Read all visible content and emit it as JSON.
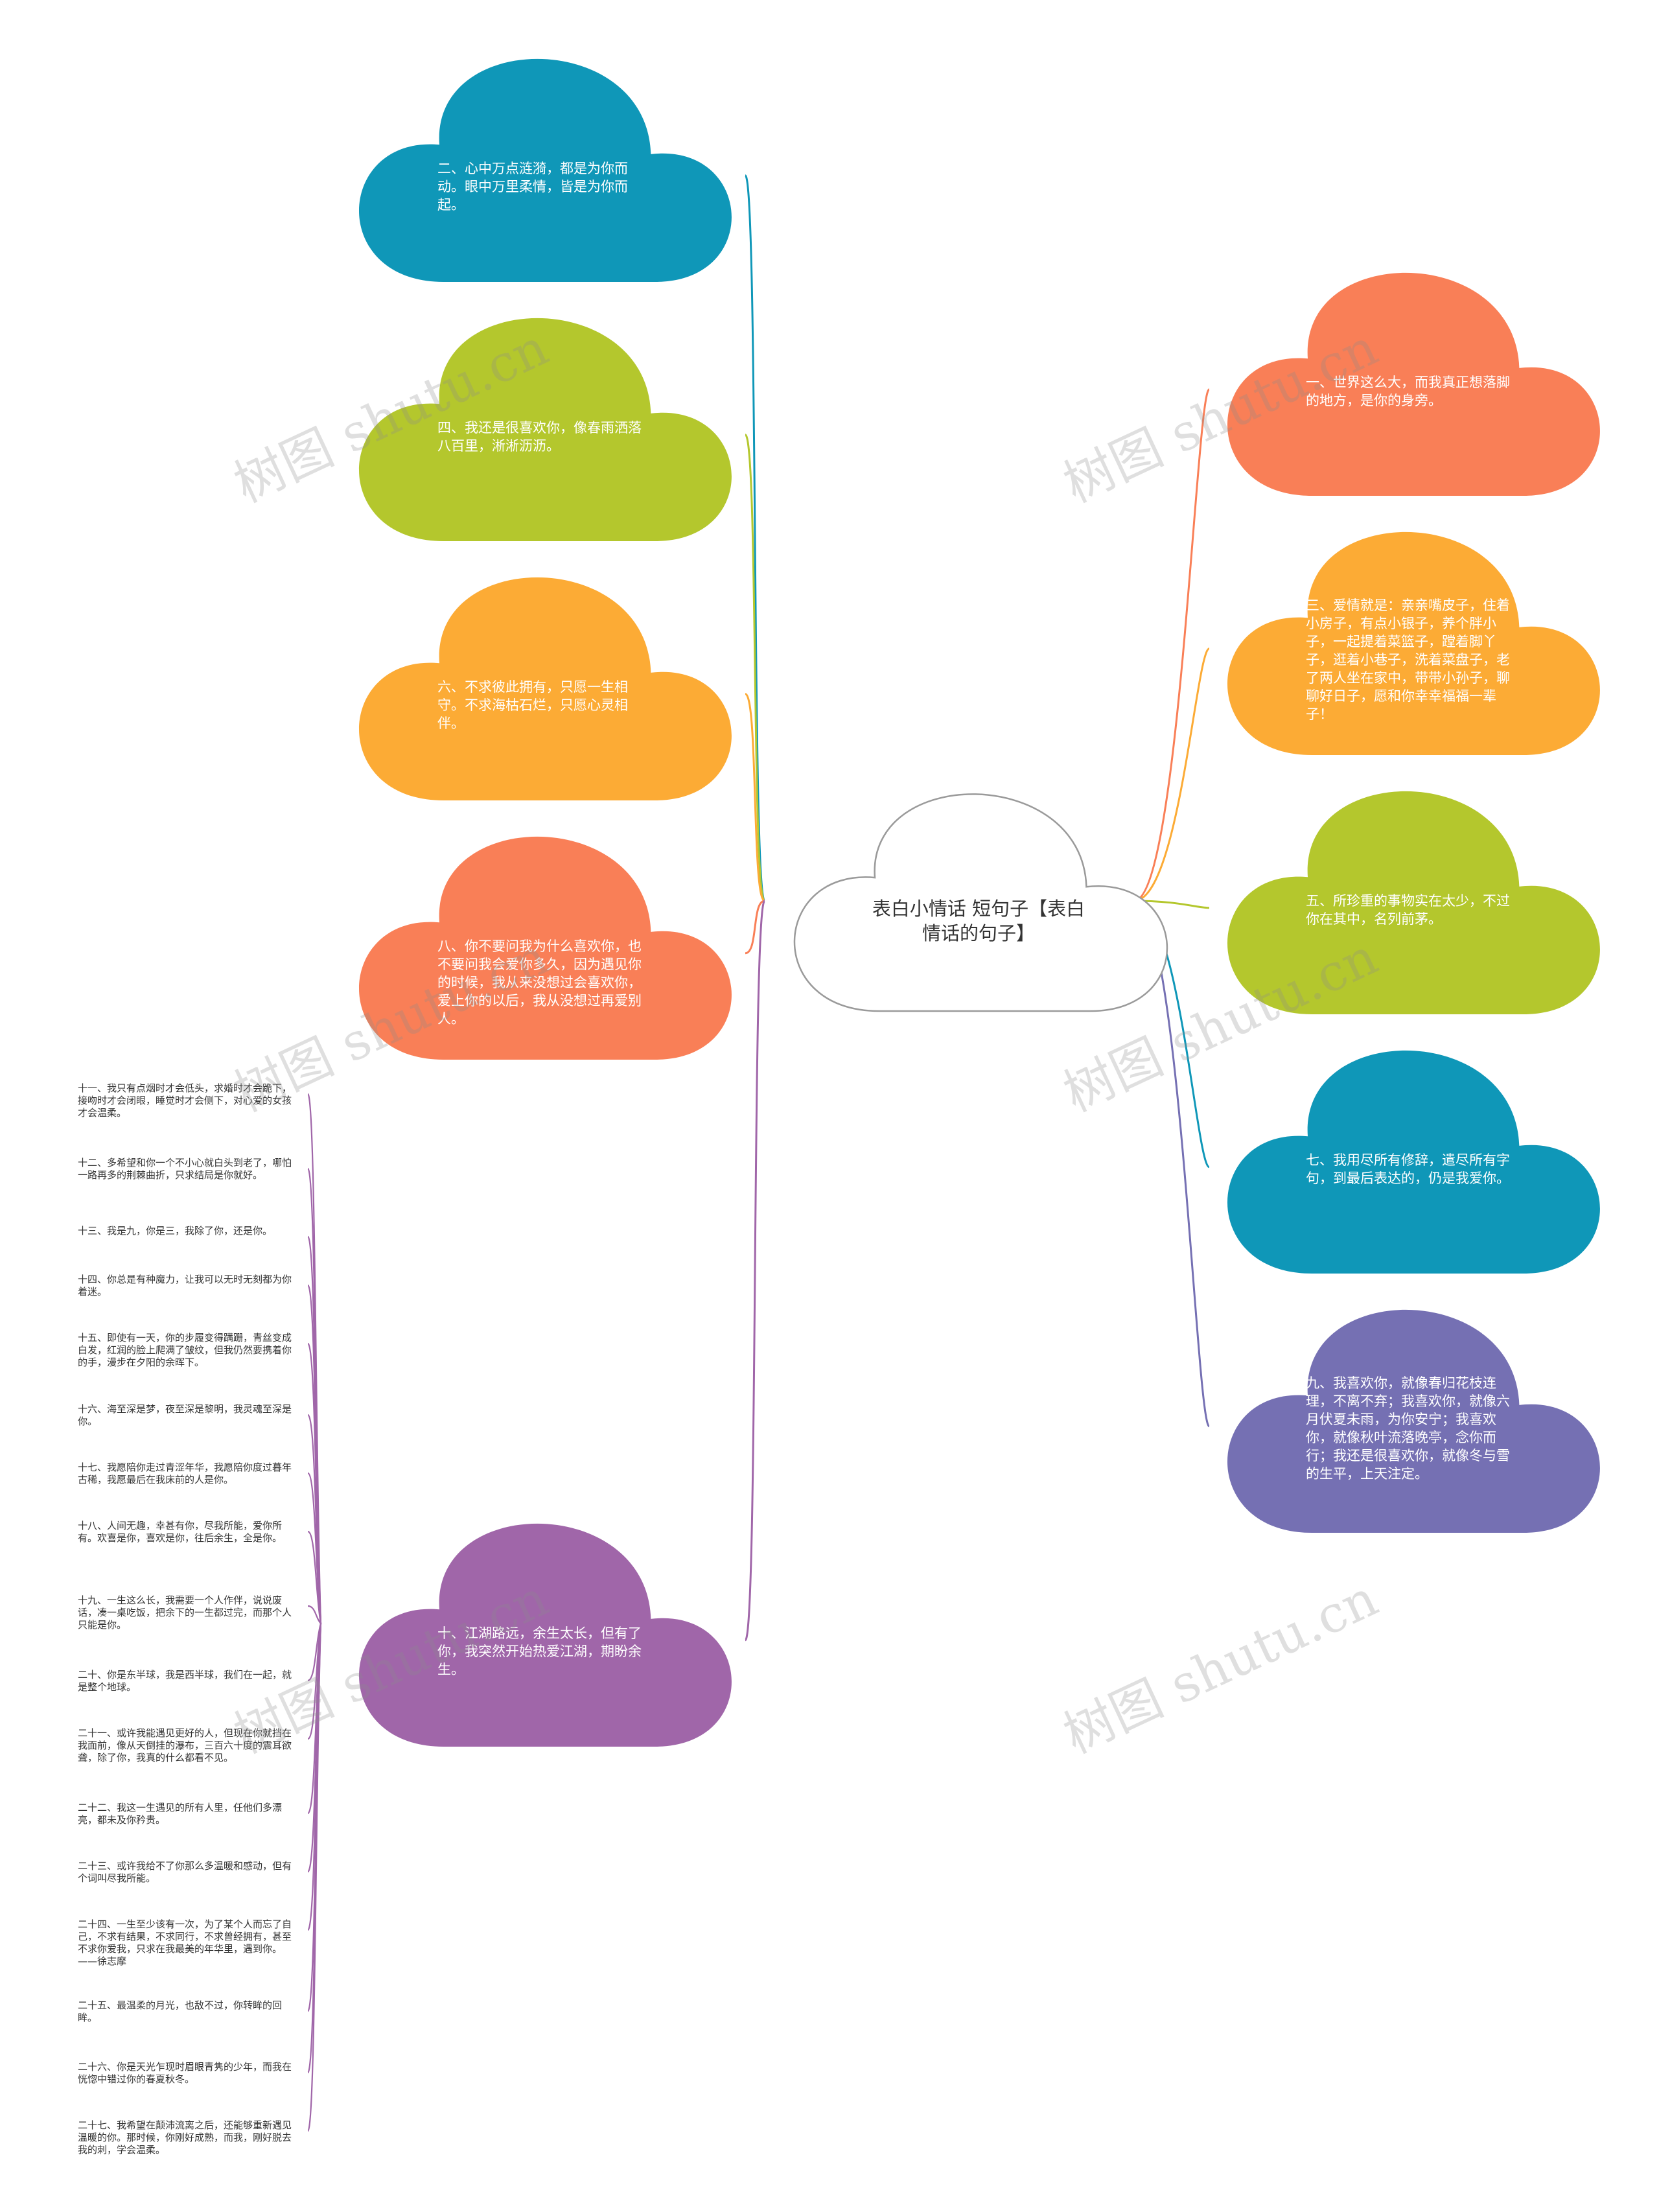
{
  "center": {
    "text": "表白小情话 短句子【表白情话的句子】"
  },
  "colors": {
    "teal": "#0f97b8",
    "lime": "#b4c72d",
    "orange": "#fcab35",
    "coral": "#f97f57",
    "purple": "#a066a9",
    "violet": "#7570b3",
    "center_stroke": "#9a9a9a"
  },
  "left_nodes": [
    {
      "text": "二、心中万点涟漪，都是为你而动。眼中万里柔情，皆是为你而起。",
      "color": "teal"
    },
    {
      "text": "四、我还是很喜欢你，像春雨洒落八百里，淅淅沥沥。",
      "color": "lime"
    },
    {
      "text": "六、不求彼此拥有，只愿一生相守。不求海枯石烂，只愿心灵相伴。",
      "color": "orange"
    },
    {
      "text": "八、你不要问我为什么喜欢你，也不要问我会爱你多久，因为遇见你的时候，我从来没想过会喜欢你，爱上你的以后，我从没想过再爱别人。",
      "color": "coral"
    },
    {
      "text": "十、江湖路远，余生太长，但有了你，我突然开始热爱江湖，期盼余生。",
      "color": "purple"
    }
  ],
  "right_nodes": [
    {
      "text": "一、世界这么大，而我真正想落脚的地方，是你的身旁。",
      "color": "coral"
    },
    {
      "text": "三、爱情就是：亲亲嘴皮子，住着小房子，有点小银子，养个胖小子，一起提着菜篮子，蹚着脚丫子，逛着小巷子，洗着菜盘子，老了两人坐在家中，带带小孙子，聊聊好日子，愿和你幸幸福福一辈子！",
      "color": "orange"
    },
    {
      "text": "五、所珍重的事物实在太少，不过你在其中，名列前茅。",
      "color": "lime"
    },
    {
      "text": "七、我用尽所有修辞，遣尽所有字句，到最后表达的，仍是我爱你。",
      "color": "teal"
    },
    {
      "text": "九、我喜欢你，就像春归花枝连理，不离不弃；我喜欢你，就像六月伏夏未雨，为你安宁；我喜欢你，就像秋叶流落晚亭，念你而行；我还是很喜欢你，就像冬与雪的生平，上天注定。",
      "color": "violet"
    }
  ],
  "leaf_nodes": [
    "十一、我只有点烟时才会低头，求婚时才会跪下，接吻时才会闭眼，睡觉时才会侧下，对心爱的女孩才会温柔。",
    "十二、多希望和你一个不小心就白头到老了，哪怕一路再多的荆棘曲折，只求结局是你就好。",
    "十三、我是九，你是三，我除了你，还是你。",
    "十四、你总是有种魔力，让我可以无时无刻都为你着迷。",
    "十五、即使有一天，你的步履变得蹒跚，青丝变成白发，红润的脸上爬满了皱纹，但我仍然要携着你的手，漫步在夕阳的余晖下。",
    "十六、海至深是梦，夜至深是黎明，我灵魂至深是你。",
    "十七、我愿陪你走过青涩年华，我愿陪你度过暮年古稀，我愿最后在我床前的人是你。",
    "十八、人间无趣，幸甚有你，尽我所能，爱你所有。欢喜是你，喜欢是你，往后余生，全是你。",
    "十九、一生这么长，我需要一个人作伴，说说废话，凑一桌吃饭，把余下的一生都过完，而那个人只能是你。",
    "二十、你是东半球，我是西半球，我们在一起，就是整个地球。",
    "二十一、或许我能遇见更好的人，但现在你就挡在我面前，像从天倒挂的瀑布，三百六十度的震耳欲聋，除了你，我真的什么都看不见。",
    "二十二、我这一生遇见的所有人里，任他们多漂亮，都未及你矜贵。",
    "二十三、或许我给不了你那么多温暖和感动，但有个词叫尽我所能。",
    "二十四、一生至少该有一次，为了某个人而忘了自己，不求有结果，不求同行，不求曾经拥有，甚至不求你爱我，只求在我最美的年华里，遇到你。——徐志摩",
    "二十五、最温柔的月光，也敌不过，你转眸的回眸。",
    "二十六、你是天光乍现时眉眼青隽的少年，而我在恍惚中错过你的春夏秋冬。",
    "二十七、我希望在颠沛流离之后，还能够重新遇见温暖的你。那时候，你刚好成熟，而我，刚好脱去我的刺，学会温柔。"
  ],
  "watermark": {
    "text": "树图 shutu.cn"
  }
}
